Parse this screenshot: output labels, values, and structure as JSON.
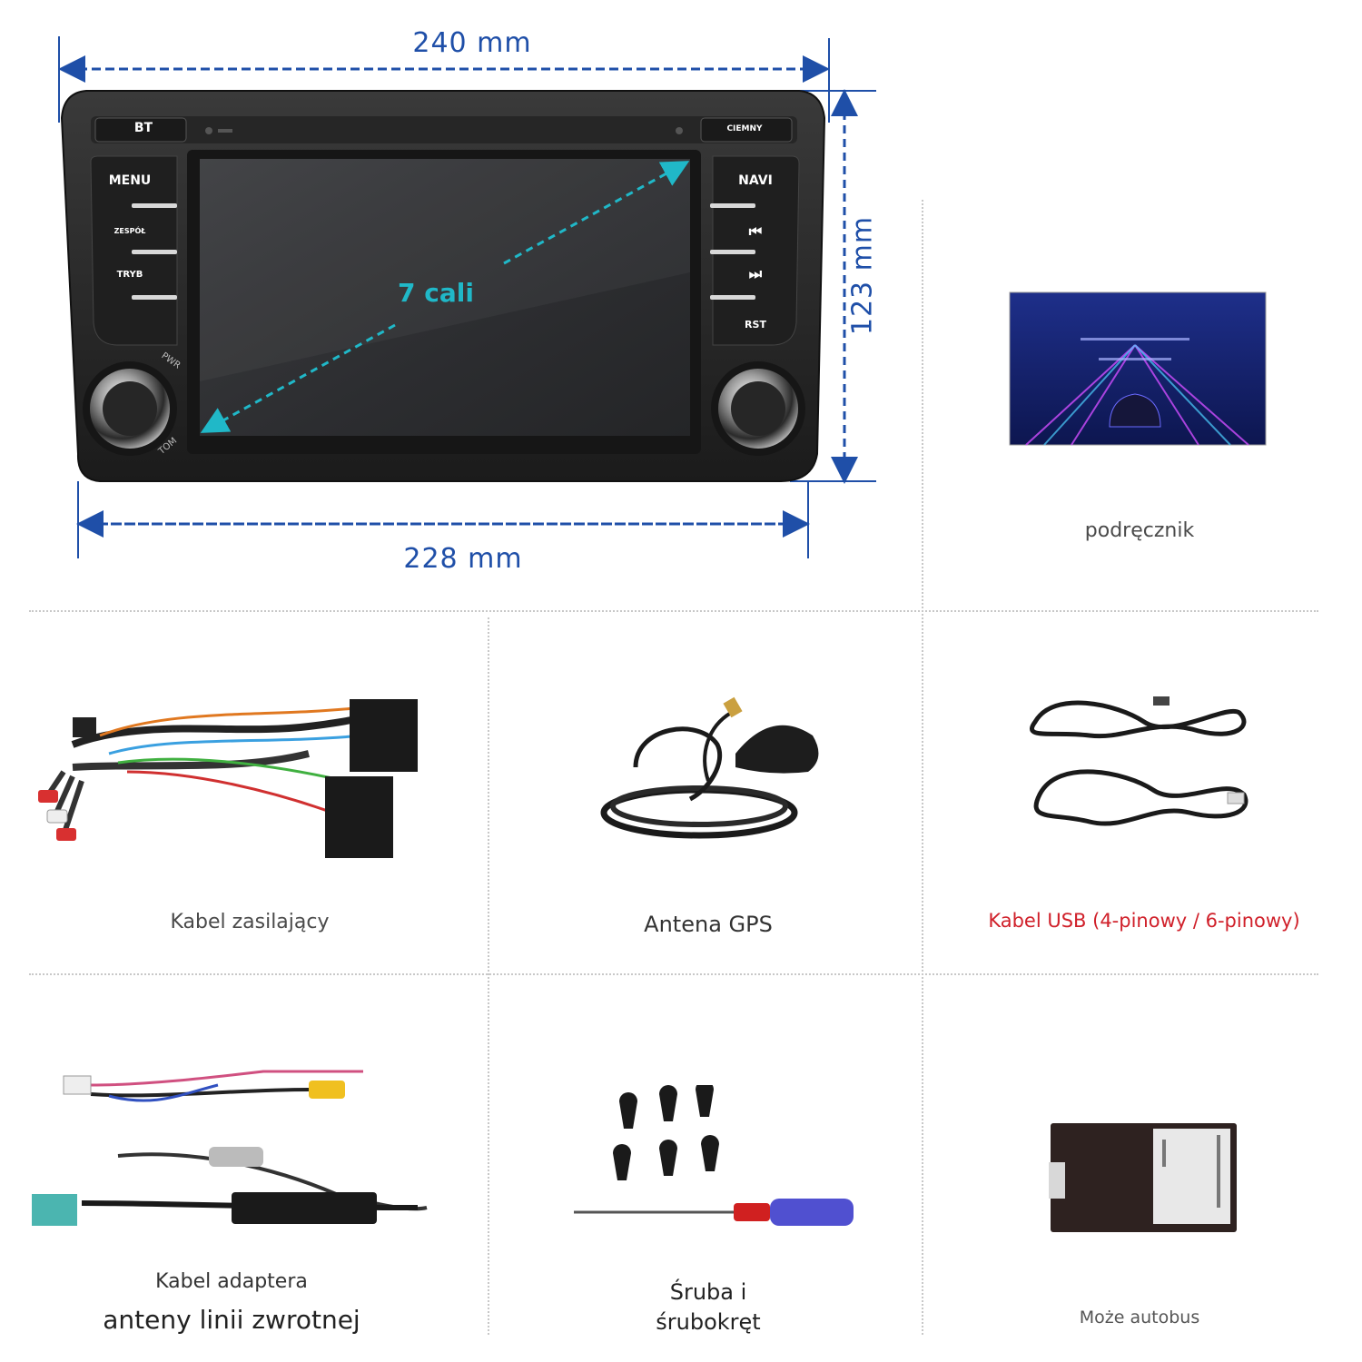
{
  "dimensions": {
    "width_top": "240 mm",
    "width_bottom": "228 mm",
    "height": "123 mm",
    "diagonal": "7 cali"
  },
  "radio": {
    "buttons": {
      "bt": "BT",
      "mute": "CIEMNY",
      "menu": "MENU",
      "band": "ZESPÓŁ",
      "mode": "TRYB",
      "navi": "NAVI",
      "prev": "⏮",
      "next": "⏭",
      "rst": "RST",
      "pwr": "PWR",
      "vol": "TOM"
    }
  },
  "items": {
    "manual": "podręcznik",
    "power_cable": "Kabel zasilający",
    "gps_antenna": "Antena GPS",
    "usb_cable": "Kabel USB (4-pinowy / 6-pinowy)",
    "adapter_line1": "Kabel adaptera",
    "adapter_line2": "anteny linii zwrotnej",
    "screw_line1": "Śruba i",
    "screw_line2": "śrubokręt",
    "canbus": "Może autobus"
  },
  "colors": {
    "dimension": "#1f4fa8",
    "diagonal": "#20b8c8",
    "usb_caption": "#d0202a",
    "caption": "#4a4a4a"
  }
}
